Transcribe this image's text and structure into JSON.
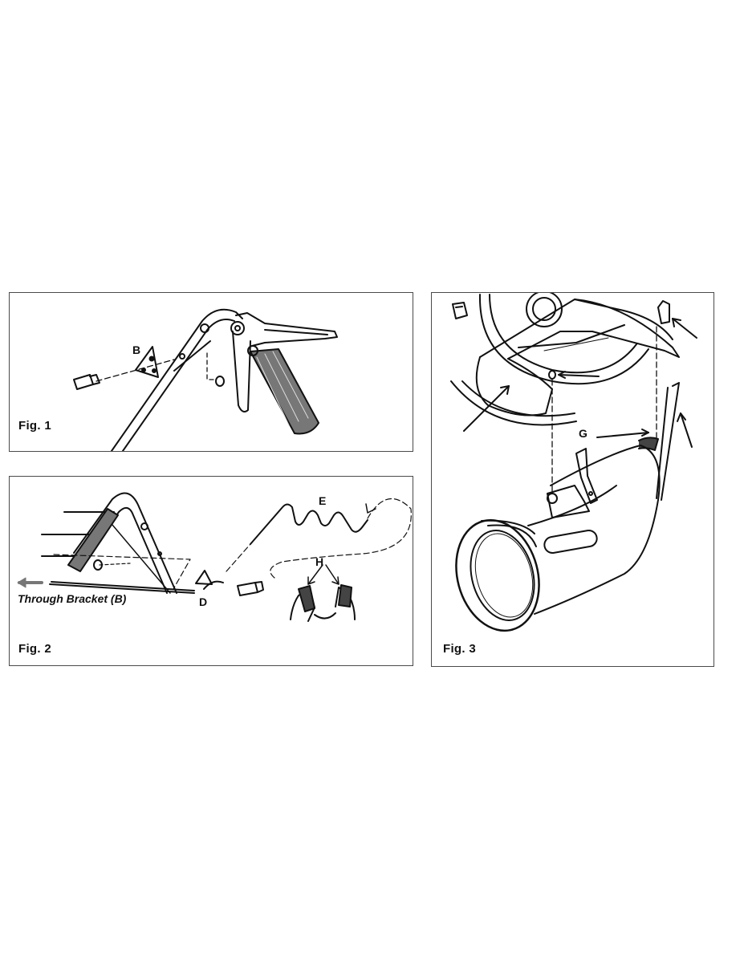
{
  "figures": [
    {
      "label": "Fig. 1",
      "callouts": [
        "B"
      ]
    },
    {
      "label": "Fig. 2",
      "callouts": [
        "E",
        "H",
        "D"
      ],
      "caption": "Through Bracket (B)"
    },
    {
      "label": "Fig. 3",
      "callouts": [
        "G"
      ]
    }
  ]
}
